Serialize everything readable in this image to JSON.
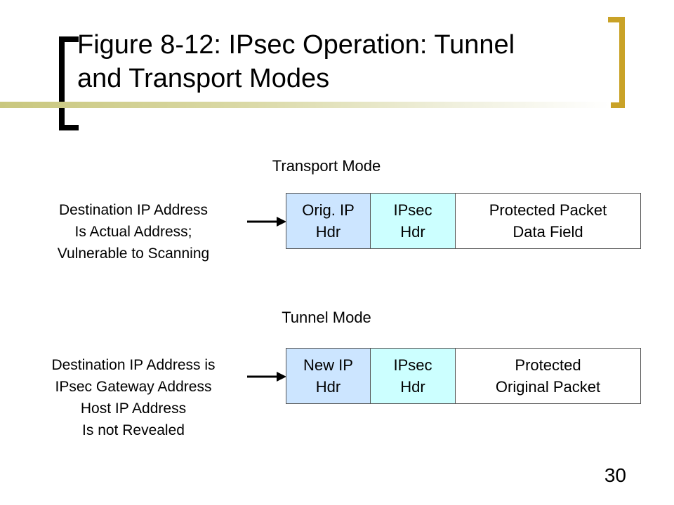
{
  "slide": {
    "title_line1": "Figure 8-12: IPsec Operation: Tunnel",
    "title_line2": "and Transport Modes",
    "page_number": "30"
  },
  "transport": {
    "label": "Transport Mode",
    "note": [
      "Destination IP Address",
      "Is Actual Address;",
      "Vulnerable to Scanning"
    ],
    "cells": [
      {
        "line1": "Orig. IP",
        "line2": "Hdr",
        "color": "#cce5ff"
      },
      {
        "line1": "IPsec",
        "line2": "Hdr",
        "color": "#ccffff"
      },
      {
        "line1": "Protected Packet",
        "line2": "Data Field",
        "color": "#ffffff"
      }
    ]
  },
  "tunnel": {
    "label": "Tunnel Mode",
    "note": [
      "Destination IP Address is",
      "IPsec Gateway Address",
      "Host IP Address",
      "Is not Revealed"
    ],
    "cells": [
      {
        "line1": "New IP",
        "line2": "Hdr",
        "color": "#cce5ff"
      },
      {
        "line1": "IPsec",
        "line2": "Hdr",
        "color": "#ccffff"
      },
      {
        "line1": "Protected",
        "line2": "Original Packet",
        "color": "#ffffff"
      }
    ]
  }
}
